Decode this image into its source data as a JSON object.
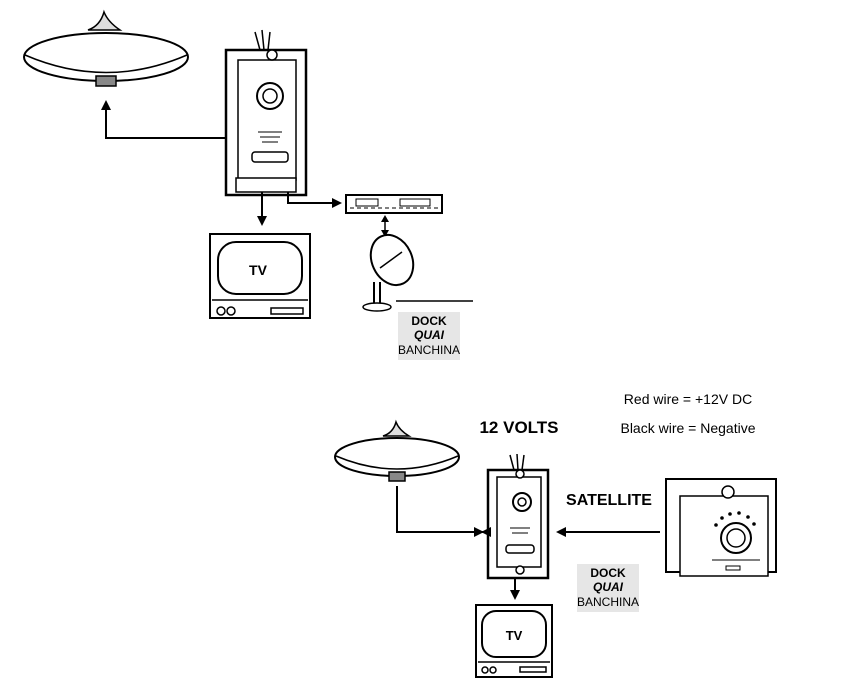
{
  "top_diagram": {
    "tv_label": "TV",
    "dock_label": {
      "line1": "DOCK",
      "line2": "QUAI",
      "line3": "BANCHINA"
    }
  },
  "bottom_diagram": {
    "power_label": "12 VOLTS",
    "red_wire_note": "Red wire = +12V DC",
    "black_wire_note": "Black wire = Negative",
    "satellite_label": "SATELLITE",
    "tv_label": "TV",
    "dock_label": {
      "line1": "DOCK",
      "line2": "QUAI",
      "line3": "BANCHINA"
    }
  }
}
